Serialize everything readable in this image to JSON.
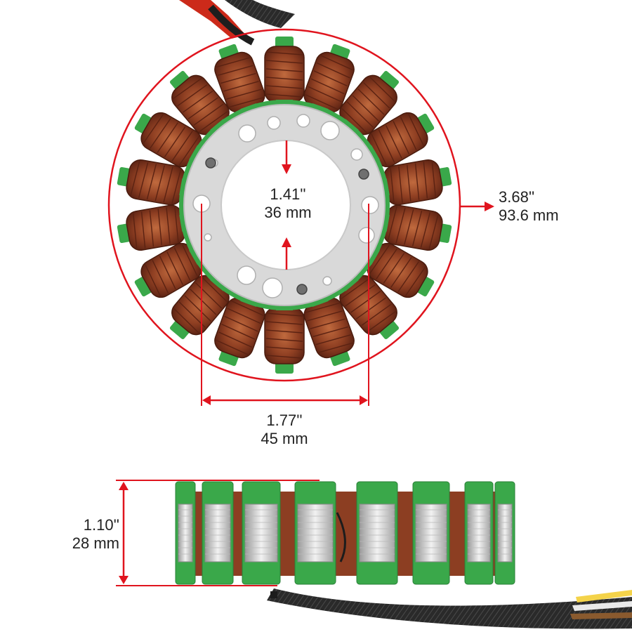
{
  "dimensions": {
    "inner_diameter": {
      "inch": "1.41''",
      "mm": "36 mm"
    },
    "outer_diameter": {
      "inch": "3.68''",
      "mm": "93.6 mm"
    },
    "bolt_spacing": {
      "inch": "1.77''",
      "mm": "45 mm"
    },
    "height": {
      "inch": "1.10''",
      "mm": "28 mm"
    }
  },
  "colors": {
    "dimension_line": "#e0141e",
    "copper": "#9c4a2a",
    "insulation_green": "#3aa84a",
    "plate": "#d9d9d9",
    "label_text": "#222222"
  }
}
